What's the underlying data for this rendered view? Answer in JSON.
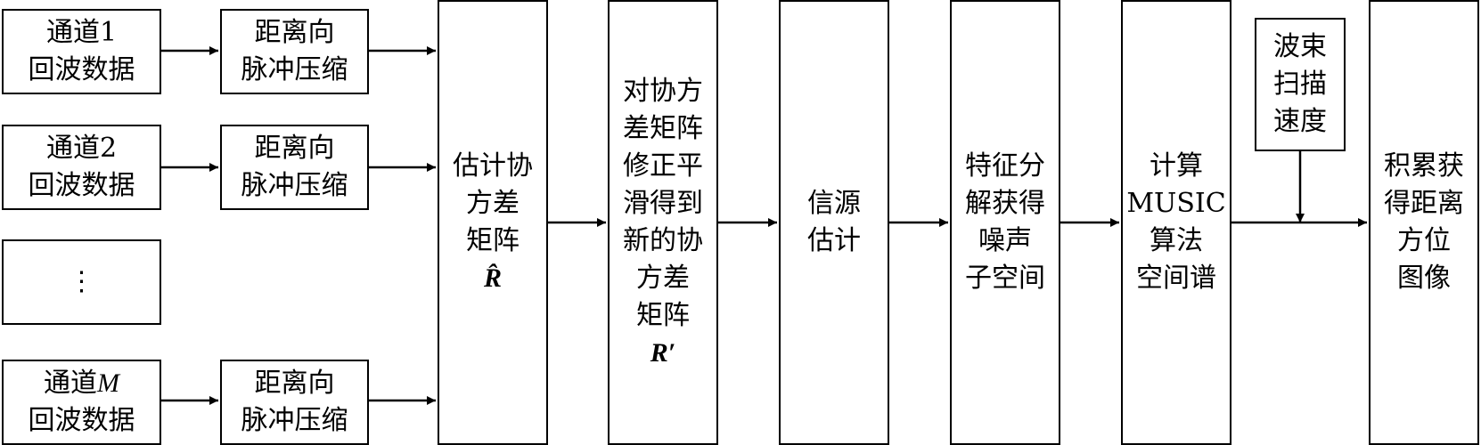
{
  "channels": [
    {
      "name_prefix": "通道",
      "name_index": "1",
      "line2": "回波数据"
    },
    {
      "name_prefix": "通道",
      "name_index": "2",
      "line2": "回波数据"
    },
    {
      "name_prefix": "通道",
      "name_index": "M",
      "line2": "回波数据"
    }
  ],
  "ellipsis": "⋮",
  "compress": {
    "line1": "距离向",
    "line2": "脉冲压缩"
  },
  "estimate_cov": {
    "lines": [
      "估计协",
      "方差",
      "矩阵"
    ],
    "symbol": "R̂"
  },
  "smooth_cov": {
    "lines": [
      "对协方",
      "差矩阵",
      "修正平",
      "滑得到",
      "新的协",
      "方差",
      "矩阵"
    ],
    "symbol": "R′"
  },
  "source_est": {
    "lines": [
      "信源",
      "估计"
    ]
  },
  "eigen": {
    "lines": [
      "特征分",
      "解获得",
      "噪声",
      "子空间"
    ]
  },
  "music": {
    "lines": [
      "计算",
      "MUSIC",
      "算法",
      "空间谱"
    ]
  },
  "beam_speed": {
    "lines": [
      "波束",
      "扫描",
      "速度"
    ]
  },
  "accumulate": {
    "lines": [
      "积累获",
      "得距离",
      "方位",
      "图像"
    ]
  }
}
